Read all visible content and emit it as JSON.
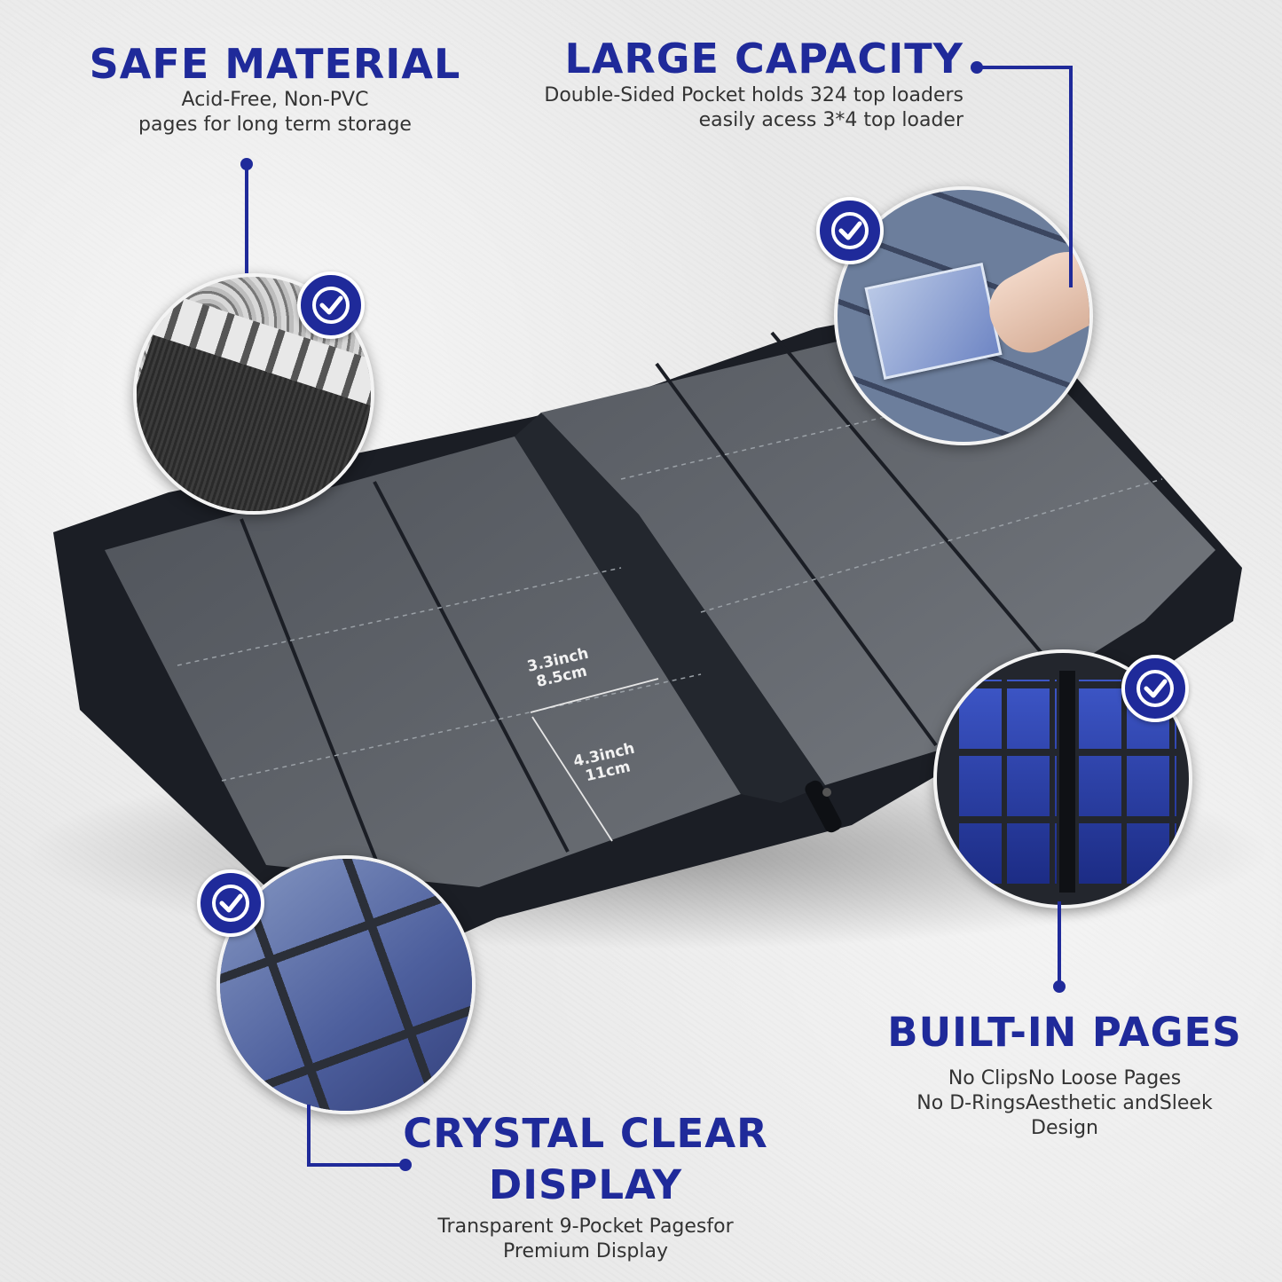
{
  "features": {
    "safe_material": {
      "title": "SAFE MATERIAL",
      "line1": "Acid-Free, Non-PVC",
      "line2": "pages for long term storage"
    },
    "large_capacity": {
      "title": "LARGE CAPACITY",
      "line1": "Double-Sided Pocket holds 324 top loaders",
      "line2": "easily acess 3*4 top loader"
    },
    "built_in_pages": {
      "title": "BUILT-IN PAGES",
      "line1": "No ClipsNo Loose Pages",
      "line2": "No D-RingsAesthetic andSleek",
      "line3": "Design"
    },
    "crystal_clear": {
      "title_line1": "CRYSTAL CLEAR",
      "title_line2": "DISPLAY",
      "line1": "Transparent 9-Pocket Pagesfor",
      "line2": "Premium Display"
    }
  },
  "measurements": {
    "width_in": "3.3inch",
    "width_cm": "8.5cm",
    "height_in": "4.3inch",
    "height_cm": "11cm"
  },
  "colors": {
    "accent": "#1f2a9a",
    "binder": "#1a1d24",
    "page": "#5a5e64"
  },
  "icons": [
    "check-badge-icon",
    "zipper-pull-icon"
  ]
}
